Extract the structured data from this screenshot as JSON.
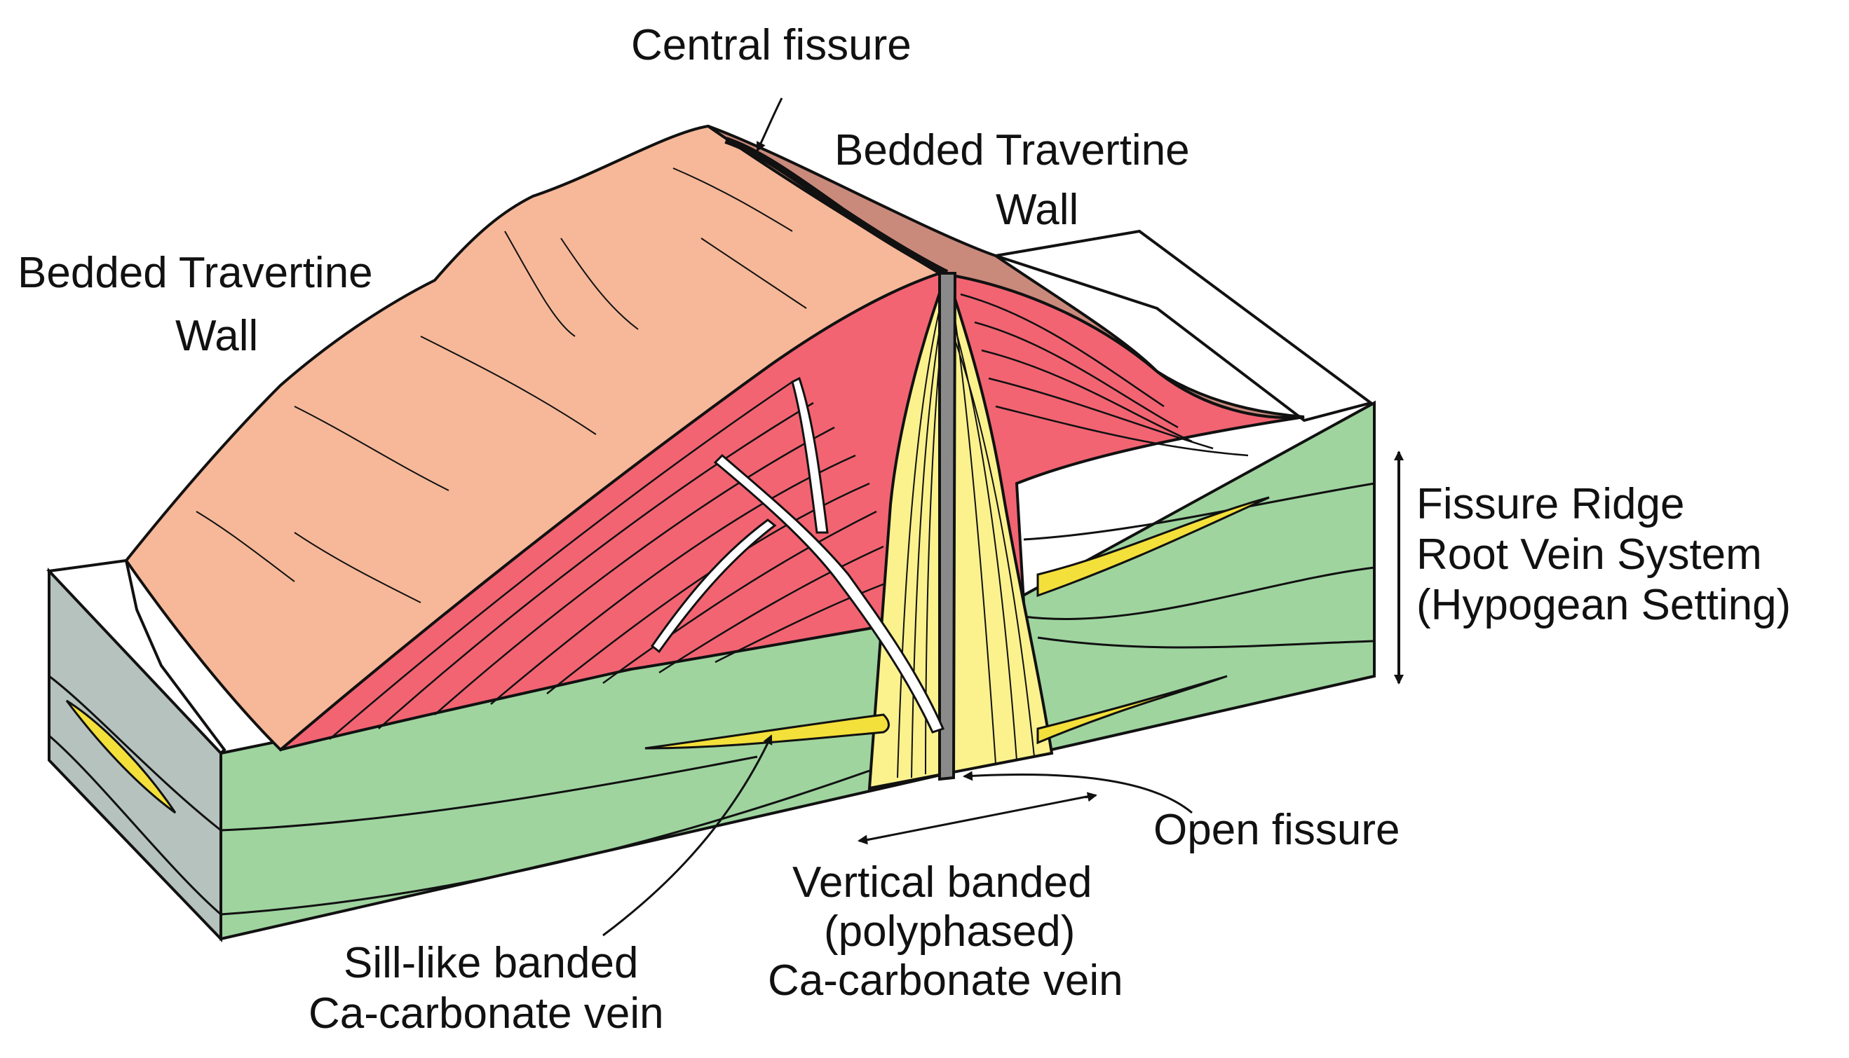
{
  "labels": {
    "central_fissure": "Central fissure",
    "wall_left_1": "Bedded Travertine",
    "wall_left_2": "Wall",
    "wall_right_1": "Bedded Travertine",
    "wall_right_2": "Wall",
    "root_1": "Fissure Ridge",
    "root_2": "Root Vein System",
    "root_3": "(Hypogean Setting)",
    "open_fissure": "Open fissure",
    "vertical_1": "Vertical banded",
    "vertical_2": "(polyphased)",
    "vertical_3": "Ca-carbonate vein",
    "sill_1": "Sill-like banded",
    "sill_2": "Ca-carbonate vein"
  },
  "colors": {
    "travertine_top": "#f6b899",
    "travertine_section": "#f26472",
    "travertine_right_slope": "#c98a7c",
    "host_rock_front": "#9fd49f",
    "host_rock_side": "#b5c2bd",
    "vein_yellow": "#fbf28e",
    "vein_sill_yellow": "#f4e03a",
    "open_fissure_gray": "#8a8a8a",
    "outline": "#111111"
  }
}
